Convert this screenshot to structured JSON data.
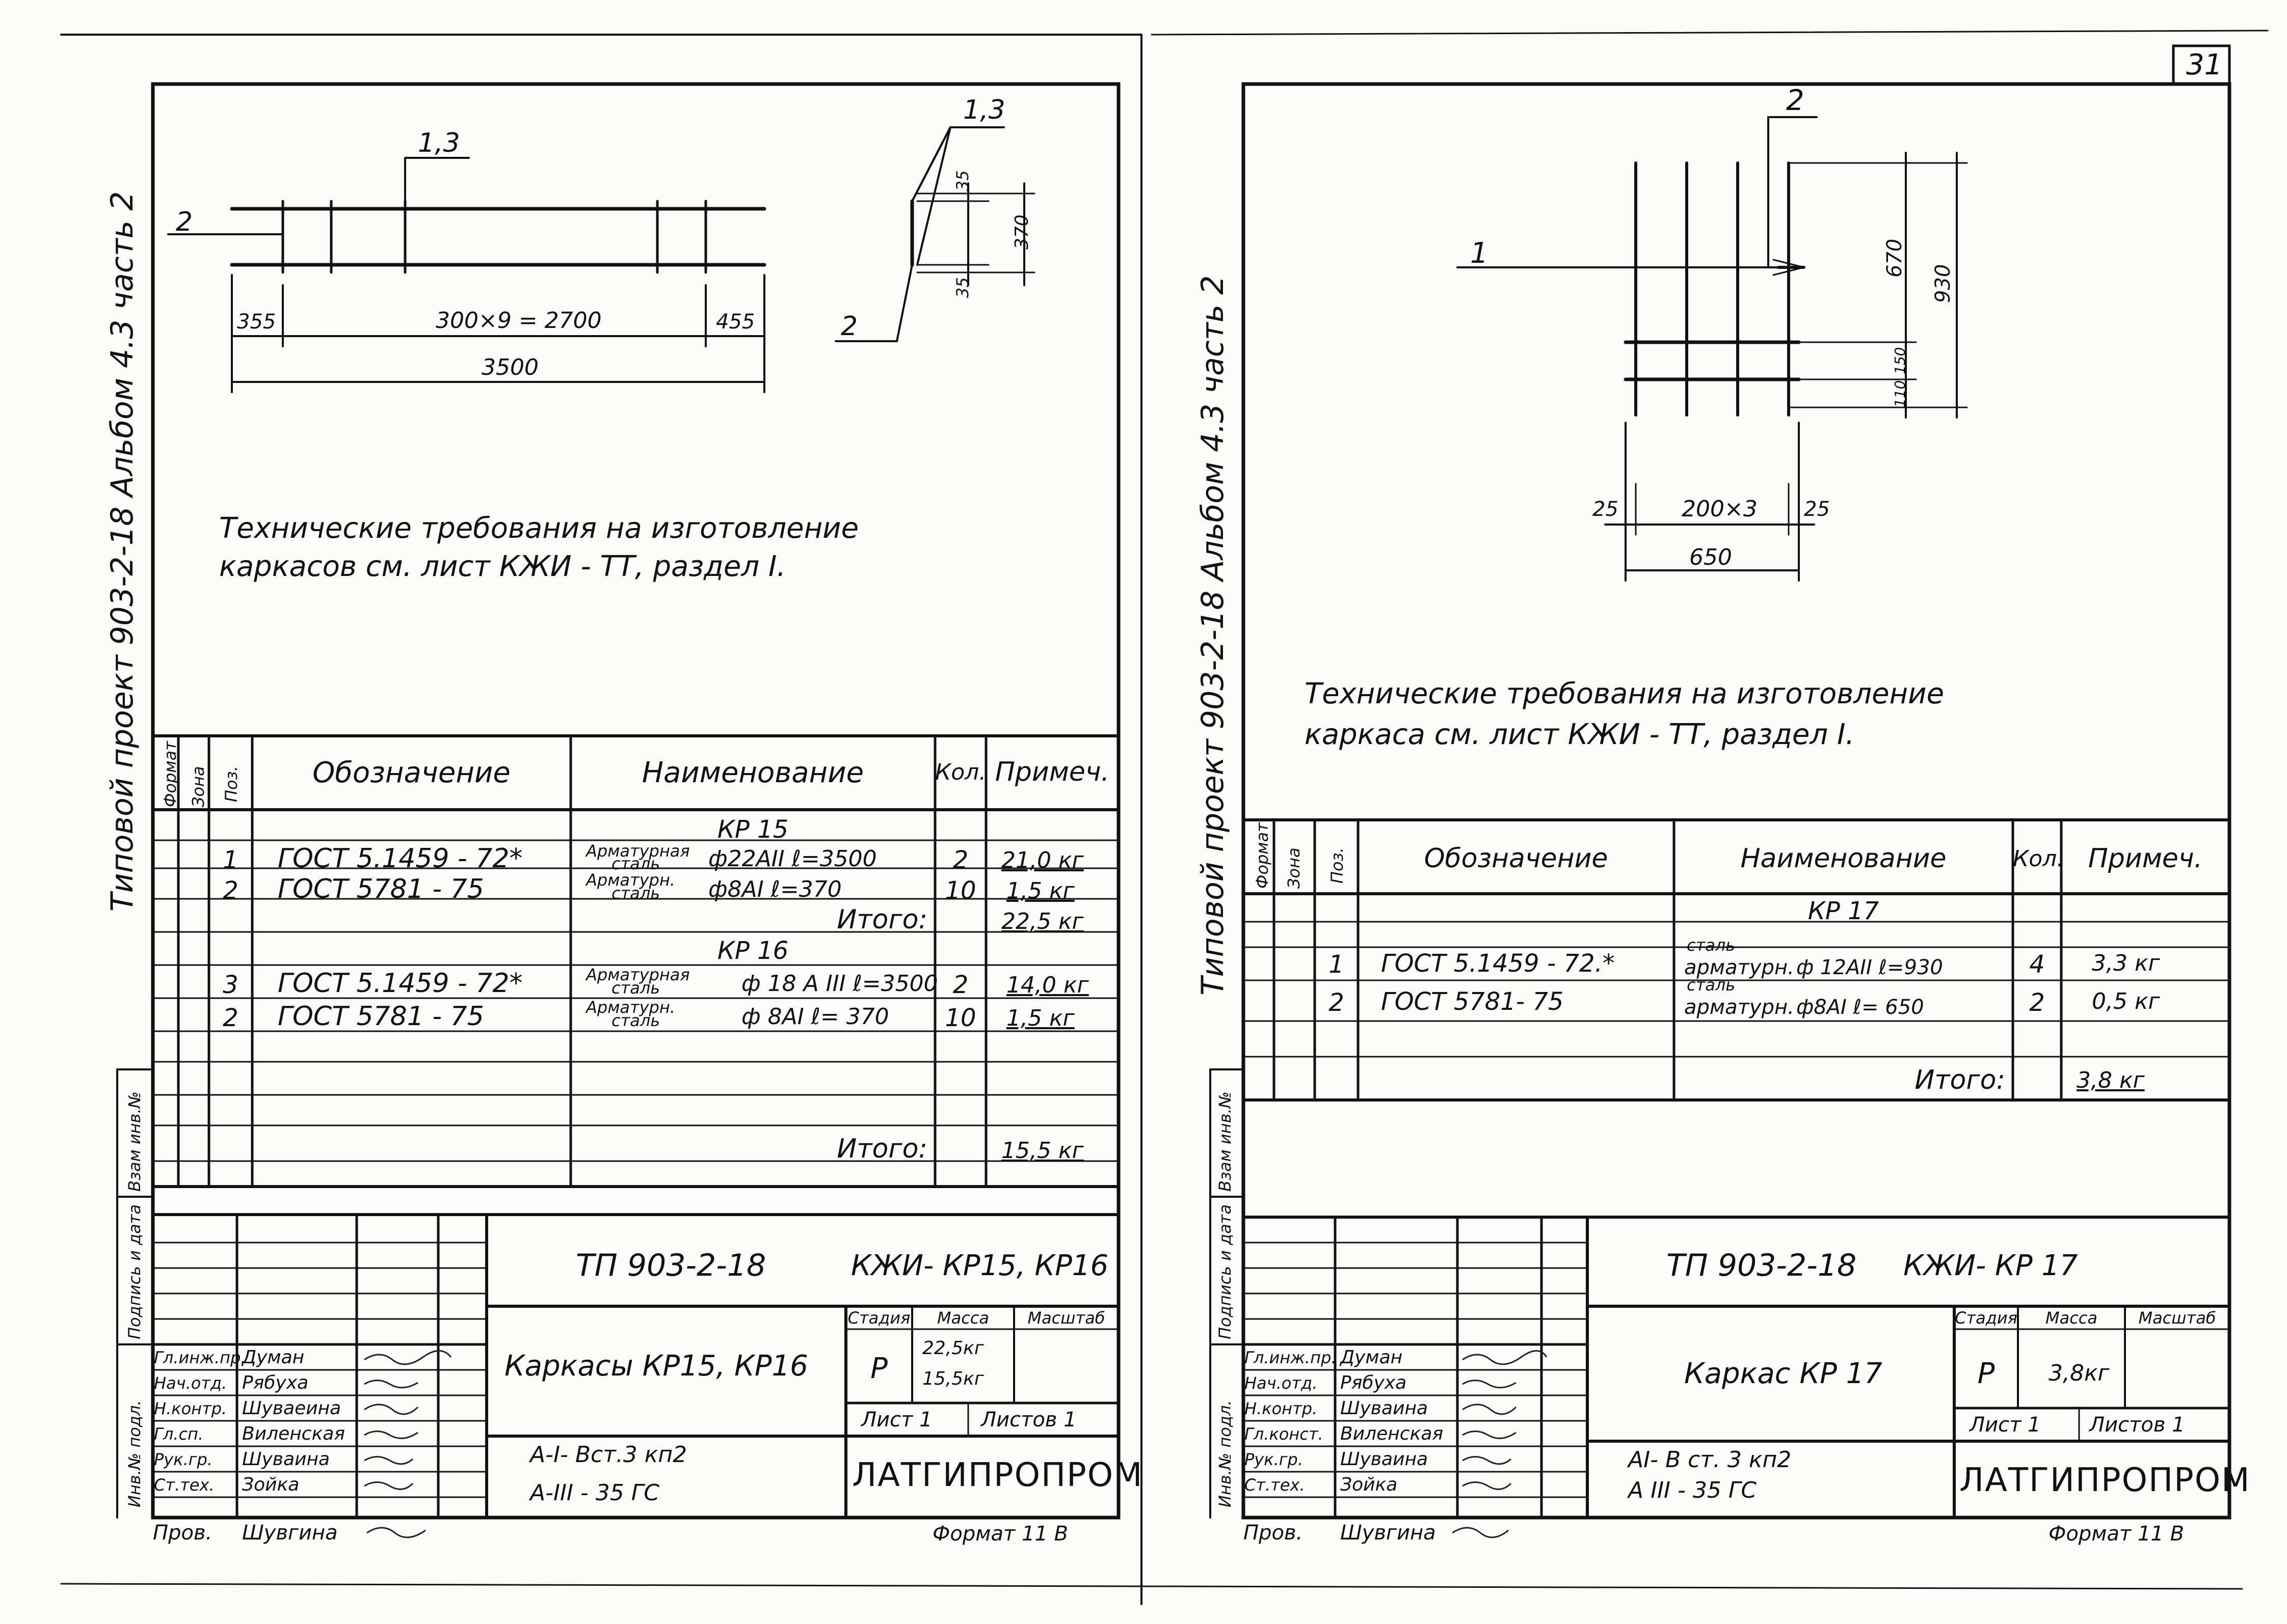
{
  "page_number": "31",
  "sheet_left": {
    "spine_title": "Типовой проект 903-2-18 Альбом 4.3 часть 2",
    "margin_label_stamp": "Взам инв.№",
    "margin_label_sign": "Подпись и дата",
    "margin_label_inv": "Инв.№ подл.",
    "drawing": {
      "pos_top": "1,3",
      "pos_left": "2",
      "dim_left": "355",
      "dim_middle": "300×9 = 2700",
      "dim_right": "455",
      "dim_total": "3500",
      "section_pos_top": "1,3",
      "section_pos_bottom": "2",
      "section_dim_top": "35",
      "section_dim_mid": "370",
      "section_dim_bottom": "35"
    },
    "notes_line1": "Технические требования на изготовление",
    "notes_line2": "каркасов см. лист КЖИ - ТТ, раздел I.",
    "spec": {
      "headers": {
        "format": "Формат",
        "zone": "Зона",
        "pos": "Поз.",
        "designation": "Обозначение",
        "name": "Наименование",
        "qty": "Кол.",
        "note": "Примеч."
      },
      "group1_title": "КР 15",
      "group1_rows": [
        {
          "pos": "1",
          "designation": "ГОСТ 5.1459 - 72*",
          "name_top": "Арматурная",
          "name_bottom": "сталь",
          "name_spec": "ф22АII ℓ=3500",
          "qty": "2",
          "note": "21,0 кг"
        },
        {
          "pos": "2",
          "designation": "ГОСТ 5781 - 75",
          "name_top": "Арматурн.",
          "name_bottom": "сталь",
          "name_spec": "ф8АI ℓ=370",
          "qty": "10",
          "note": "1,5 кг"
        }
      ],
      "group1_total_label": "Итого:",
      "group1_total": "22,5 кг",
      "group2_title": "КР 16",
      "group2_rows": [
        {
          "pos": "3",
          "designation": "ГОСТ 5.1459 - 72*",
          "name_top": "Арматурная",
          "name_bottom": "сталь",
          "name_spec": "ф 18 А III ℓ=3500",
          "qty": "2",
          "note": "14,0 кг"
        },
        {
          "pos": "2",
          "designation": "ГОСТ 5781 - 75",
          "name_top": "Арматурн.",
          "name_bottom": "сталь",
          "name_spec": "ф 8АI ℓ= 370",
          "qty": "10",
          "note": "1,5 кг"
        }
      ],
      "group2_total_label": "Итого:",
      "group2_total": "15,5 кг"
    },
    "stamp": {
      "doc_code": "ТП 903-2-18",
      "sheet_code": "КЖИ- КР15, КР16",
      "title": "Каркасы КР15, КР16",
      "stage_label": "Стадия",
      "mass_label": "Масса",
      "scale_label": "Масштаб",
      "stage": "Р",
      "mass1": "22,5кг",
      "mass2": "15,5кг",
      "sheet_label": "Лист 1",
      "sheets_label": "Листов 1",
      "materials_line1": "А-I- Вст.3 кп2",
      "materials_line2": "А-III - 35 ГС",
      "organization": "ЛАТГИПРОПРОМ",
      "roles": [
        "Гл.инж.пр.",
        "Нач.отд.",
        "Н.контр.",
        "Гл.сп.",
        "Рук.гр.",
        "Ст.тех."
      ],
      "names": [
        "Думан",
        "Рябуха",
        "Шуваеина",
        "Виленская",
        "Шуваина",
        "Зойка"
      ],
      "checked_role": "Пров.",
      "checked_name": "Шувгина",
      "format_label": "Формат 11 В"
    }
  },
  "sheet_right": {
    "spine_title": "Типовой проект 903-2-18 Альбом 4.3 часть 2",
    "margin_label_stamp": "Взам инв.№",
    "margin_label_sign": "Подпись и дата",
    "margin_label_inv": "Инв.№ подл.",
    "drawing": {
      "pos_top": "2",
      "pos_left": "1",
      "dim_670": "670",
      "dim_930": "930",
      "dim_110": "110",
      "dim_150": "150",
      "dim_left": "25",
      "dim_middle": "200×3",
      "dim_right": "25",
      "dim_total": "650"
    },
    "notes_line1": "Технические требования на изготовление",
    "notes_line2": "каркаса см. лист КЖИ - ТТ, раздел I.",
    "spec": {
      "headers": {
        "format": "Формат",
        "zone": "Зона",
        "pos": "Поз.",
        "designation": "Обозначение",
        "name": "Наименование",
        "qty": "Кол.",
        "note": "Примеч."
      },
      "group1_title": "КР 17",
      "group1_rows": [
        {
          "pos": "1",
          "designation": "ГОСТ 5.1459 - 72.*",
          "name_top": "сталь",
          "name_bottom": "арматурн.",
          "name_spec": "ф 12АII ℓ=930",
          "qty": "4",
          "note": "3,3 кг"
        },
        {
          "pos": "2",
          "designation": "ГОСТ 5781- 75",
          "name_top": "сталь",
          "name_bottom": "арматурн.",
          "name_spec": "ф8АI ℓ= 650",
          "qty": "2",
          "note": "0,5 кг"
        }
      ],
      "group1_total_label": "Итого:",
      "group1_total": "3,8 кг"
    },
    "stamp": {
      "doc_code": "ТП 903-2-18",
      "sheet_code": "КЖИ- КР 17",
      "title": "Каркас КР 17",
      "stage_label": "Стадия",
      "mass_label": "Масса",
      "scale_label": "Масштаб",
      "stage": "Р",
      "mass1": "3,8кг",
      "sheet_label": "Лист 1",
      "sheets_label": "Листов 1",
      "materials_line1": "АI- В ст. 3 кп2",
      "materials_line2": "А III - 35 ГС",
      "organization": "ЛАТГИПРОПРОМ",
      "roles": [
        "Гл.инж.пр.",
        "Нач.отд.",
        "Н.контр.",
        "Гл.конст.",
        "Рук.гр.",
        "Ст.тех."
      ],
      "names": [
        "Думан",
        "Рябуха",
        "Шуваина",
        "Виленская",
        "Шуваина",
        "Зойка"
      ],
      "checked_role": "Пров.",
      "checked_name": "Шувгина",
      "format_label": "Формат 11 В"
    }
  }
}
